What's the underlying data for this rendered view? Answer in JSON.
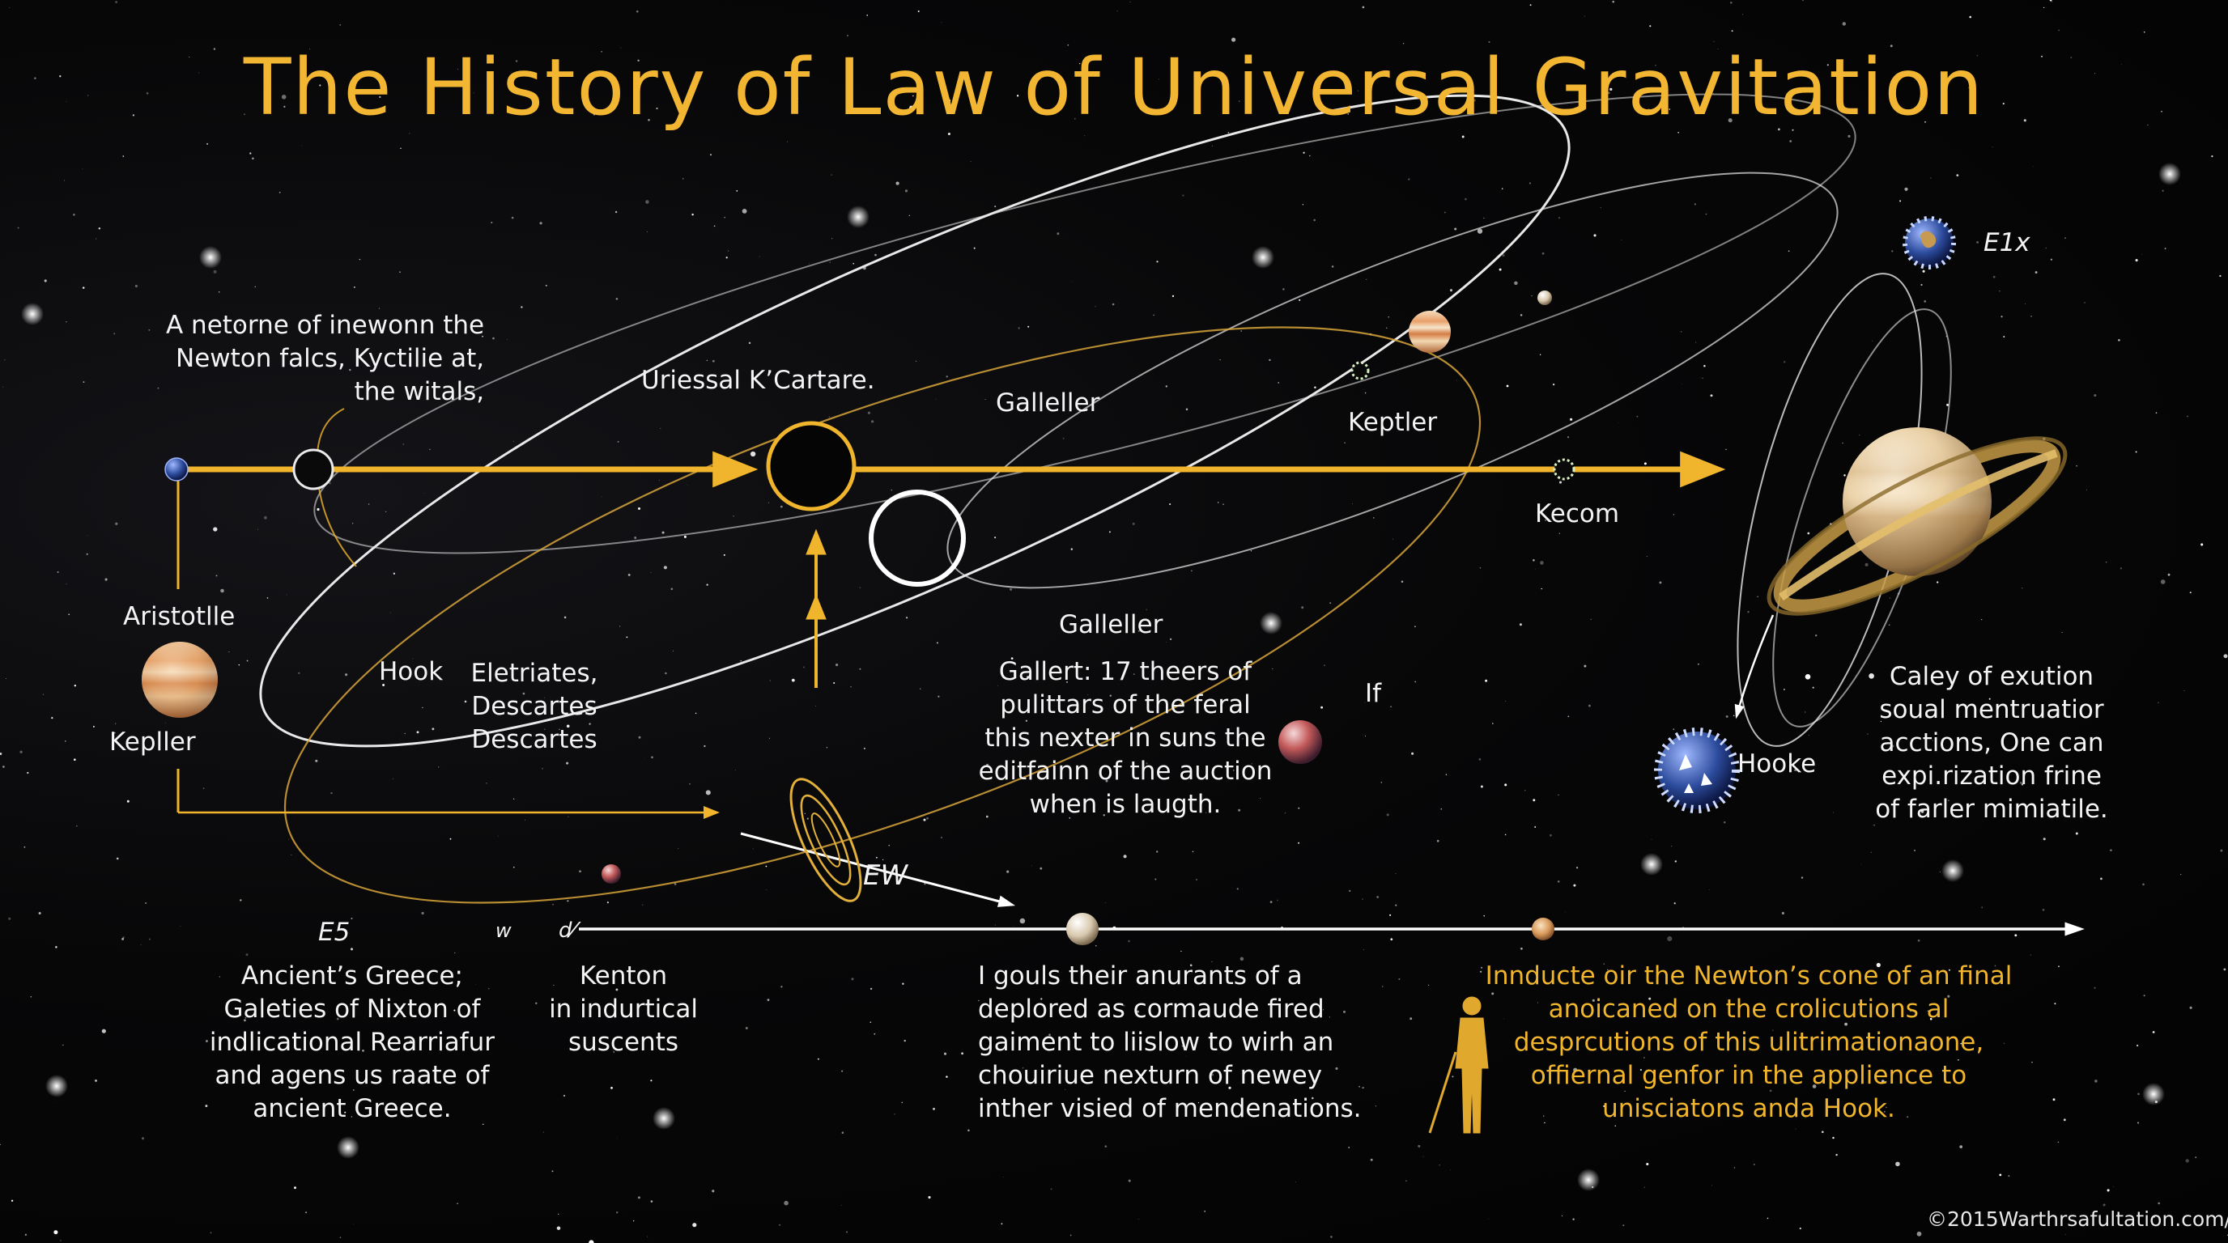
{
  "title": "The History of Law of Universal Gravitation",
  "labels": {
    "top_left_note": [
      "A netorne of inewonn the",
      "Newton falcs, Kyctilie at,",
      "the witals,"
    ],
    "uriessal": "Uriessal K’Cartare.",
    "galleller_top": "Galleller",
    "keptler": "Keptler",
    "kecom": "Kecom",
    "e1x": "E1x",
    "aristotle": "Aristotlle",
    "kepller": "Kepller",
    "hook": "Hook",
    "descartes_block": [
      "Eletriates,",
      "Descartes",
      "Descartes"
    ],
    "galleller_mid": "Galleller",
    "gallert_block": [
      "Gallert: 17 theers of",
      "pulittars of the feral",
      "this nexter in suns the",
      "editfainn of the auction",
      "when is laugth."
    ],
    "if": "If",
    "hooke": "Hooke",
    "caley_block": [
      "Caley of exution",
      "soual mentruatior",
      "acctions, One can",
      "expi.rization frine",
      "of farler mimiatile."
    ],
    "ew": "EW",
    "e5": "E5",
    "w": "w",
    "d": "d⁄",
    "ancient_block": [
      "Ancient’s Greece;",
      "Galeties of Nixton of",
      "indlicational Rearriafur",
      "and agens us raate of",
      "ancient Greece."
    ],
    "kenton_block": [
      "Kenton",
      "in indurtical",
      "suscents"
    ],
    "goul_block": [
      "I gouls their anurants of a",
      "deplored as cormaude fired",
      "gaiment to liislow to wirh an",
      "chouiriue nexturn of newey",
      "inther visied of mendenations."
    ],
    "newton_block": [
      "Innducte oir the Newton’s cone of an final",
      "anoicaned on the crolicutions al",
      "desprcutions of this ulitrimationaone,",
      "offiernal genfor in the applience to",
      "unisciatons anda Hook."
    ],
    "copyright": "©2015Warthrsafultation.com/"
  },
  "colors": {
    "gold": "#f0b52c",
    "white": "#f4f4f4",
    "background": "#050506"
  }
}
